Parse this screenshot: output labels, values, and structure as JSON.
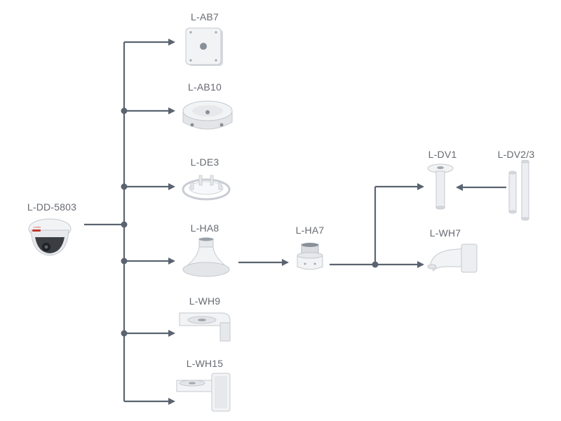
{
  "products": {
    "camera": {
      "label": "L-DD-5803"
    },
    "ab7": {
      "label": "L-AB7"
    },
    "ab10": {
      "label": "L-AB10"
    },
    "de3": {
      "label": "L-DE3"
    },
    "ha8": {
      "label": "L-HA8"
    },
    "wh9": {
      "label": "L-WH9"
    },
    "wh15": {
      "label": "L-WH15"
    },
    "ha7": {
      "label": "L-HA7"
    },
    "dv1": {
      "label": "L-DV1"
    },
    "wh7": {
      "label": "L-WH7"
    },
    "dv23": {
      "label": "L-DV2/3"
    }
  },
  "colors": {
    "connector": "#5a6470",
    "label": "#666a70",
    "product_body": "#f2f3f5",
    "product_shade": "#d6d9de",
    "product_edge": "#b9bec6",
    "camera_dark": "#3a3d42",
    "brand_accent": "#c0392b"
  }
}
